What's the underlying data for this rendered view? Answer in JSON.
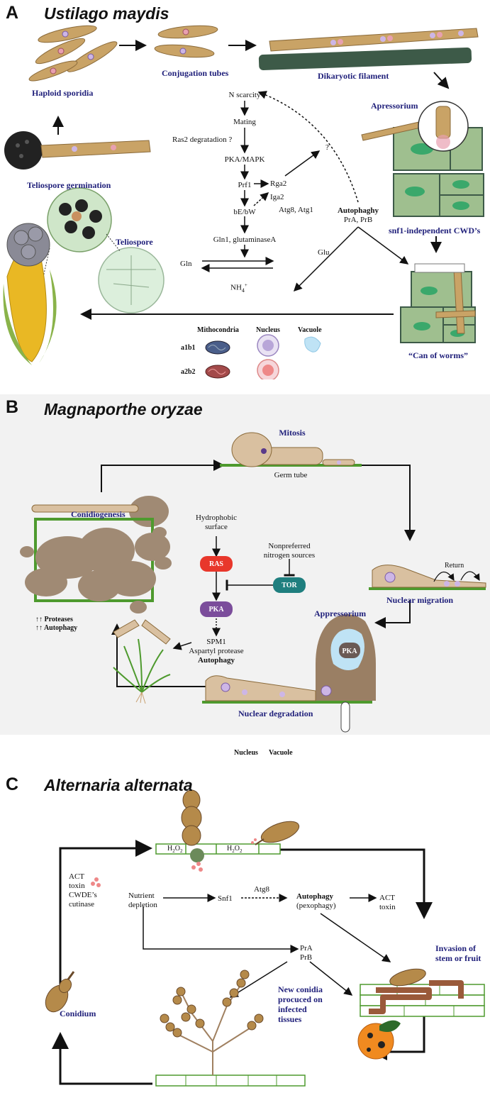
{
  "panel_a": {
    "letter": "A",
    "title": "Ustilago maydis",
    "stages": {
      "haploid": "Haploid sporidia",
      "conjugation": "Conjugation tubes",
      "dikaryotic": "Dikaryotic filament",
      "apressorium": "Apressorium",
      "snf1": "snf1-independent CWD’s",
      "can_of_worms": "“Can of worms”",
      "teliospore_germination": "Teliospore germination",
      "teliospore": "Teliospore"
    },
    "pathway": {
      "n_scarcity": "N scarcity",
      "mating": "Mating",
      "ras2": "Ras2 degratadion ?",
      "pka_mapk": "PKA/MAPK",
      "prf1": "Prf1",
      "rga2": "Rga2",
      "iga2": "Iga2",
      "atg": "Atg8, Atg1",
      "question": "?",
      "be_bw": "bE/bW",
      "gln1": "Gln1, glutaminaseA",
      "gln": "Gln",
      "nh4": "NH",
      "nh4_sub": "4",
      "nh4_sup": "+",
      "glu": "Glu",
      "autophagy": "Autophaghy",
      "pra_prb": "PrA, PrB"
    },
    "legend": {
      "mitochondria": "Mithocondria",
      "nucleus": "Nucleus",
      "vacuole": "Vacuole",
      "a1b1": "a1b1",
      "a2b2": "a2b2"
    }
  },
  "panel_b": {
    "letter": "B",
    "title": "Magnaporthe oryzae",
    "mitosis": "Mitosis",
    "germ_tube": "Germ tube",
    "conidiogenesis": "Conidiogenesis",
    "hydrophobic": "Hydrophobic",
    "surface": "surface",
    "nonpreferred": "Nonpreferred",
    "nitrogen_sources": "nitrogen sources",
    "ras": "RAS",
    "tor": "TOR",
    "pka": "PKA",
    "pka_app": "PKA",
    "return": "Return",
    "nuclear_migration": "Nuclear migration",
    "proteases": "↑↑ Proteases",
    "autophagy_up": "↑↑ Autophagy",
    "spm1": "SPM1",
    "aspartyl": "Aspartyl protease",
    "autophagy": "Autophagy",
    "appressorium": "Appressorium",
    "nuclear_degradation": "Nuclear degradation",
    "legend_nucleus": "Nucleus",
    "legend_vacuole": "Vacuole"
  },
  "panel_c": {
    "letter": "C",
    "title": "Alternaria alternata",
    "h2o2_left": "H",
    "h2o2_right": "H",
    "h_sub": "2",
    "o": "O",
    "act_list": [
      "ACT",
      "toxin",
      "CWDE’s",
      "cutinase"
    ],
    "nutrient": "Nutrient",
    "depletion": "depletion",
    "snf1": "Snf1",
    "atg8": "Atg8",
    "autophagy": "Autophagy",
    "pexophagy": "(pexophagy)",
    "act_toxin": "ACT",
    "toxin": "toxin",
    "pra": "PrA",
    "prb": "PrB",
    "invasion": "Invasion of",
    "stem": "stem or fruit",
    "conidium": "Conidium",
    "new_conidia": [
      "New conidia",
      "procuced on",
      "infected",
      "tissues"
    ]
  },
  "colors": {
    "hypha": "#c9a366",
    "hypha_stroke": "#8a6a3a",
    "cell_green": "#9fbf8f",
    "cell_dark": "#3d5a48",
    "nucleus": "#cdb6e6",
    "vacuole": "#bfe3f5",
    "title_blue": "#1f1f7a",
    "ras_red": "#e8372b",
    "tor_teal": "#1f7f7f",
    "pka_purple": "#7b4d9b",
    "leaf_green": "#4e9a2e",
    "blob_brown": "#a08a74"
  }
}
